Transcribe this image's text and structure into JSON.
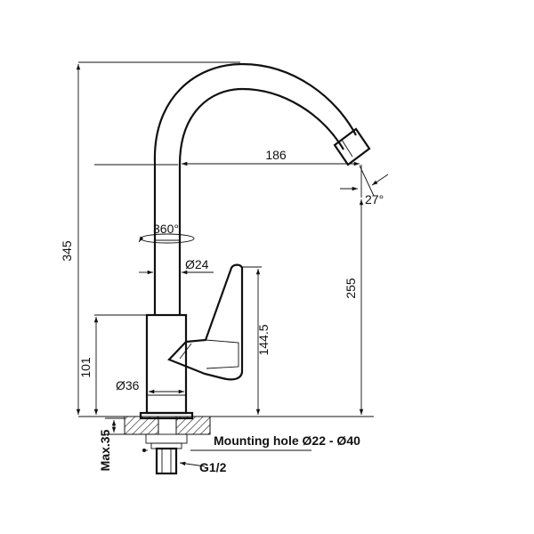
{
  "dimensions": {
    "total_height": "345",
    "spout_reach": "186",
    "spout_angle": "27°",
    "outlet_height": "255",
    "rotation": "360°",
    "spout_diameter": "Ø24",
    "body_height": "101",
    "lever_height": "144.5",
    "body_diameter": "Ø36",
    "max_thickness": "Max.35",
    "mounting_hole": "Mounting hole Ø22 - Ø40",
    "thread": "G1/2"
  }
}
